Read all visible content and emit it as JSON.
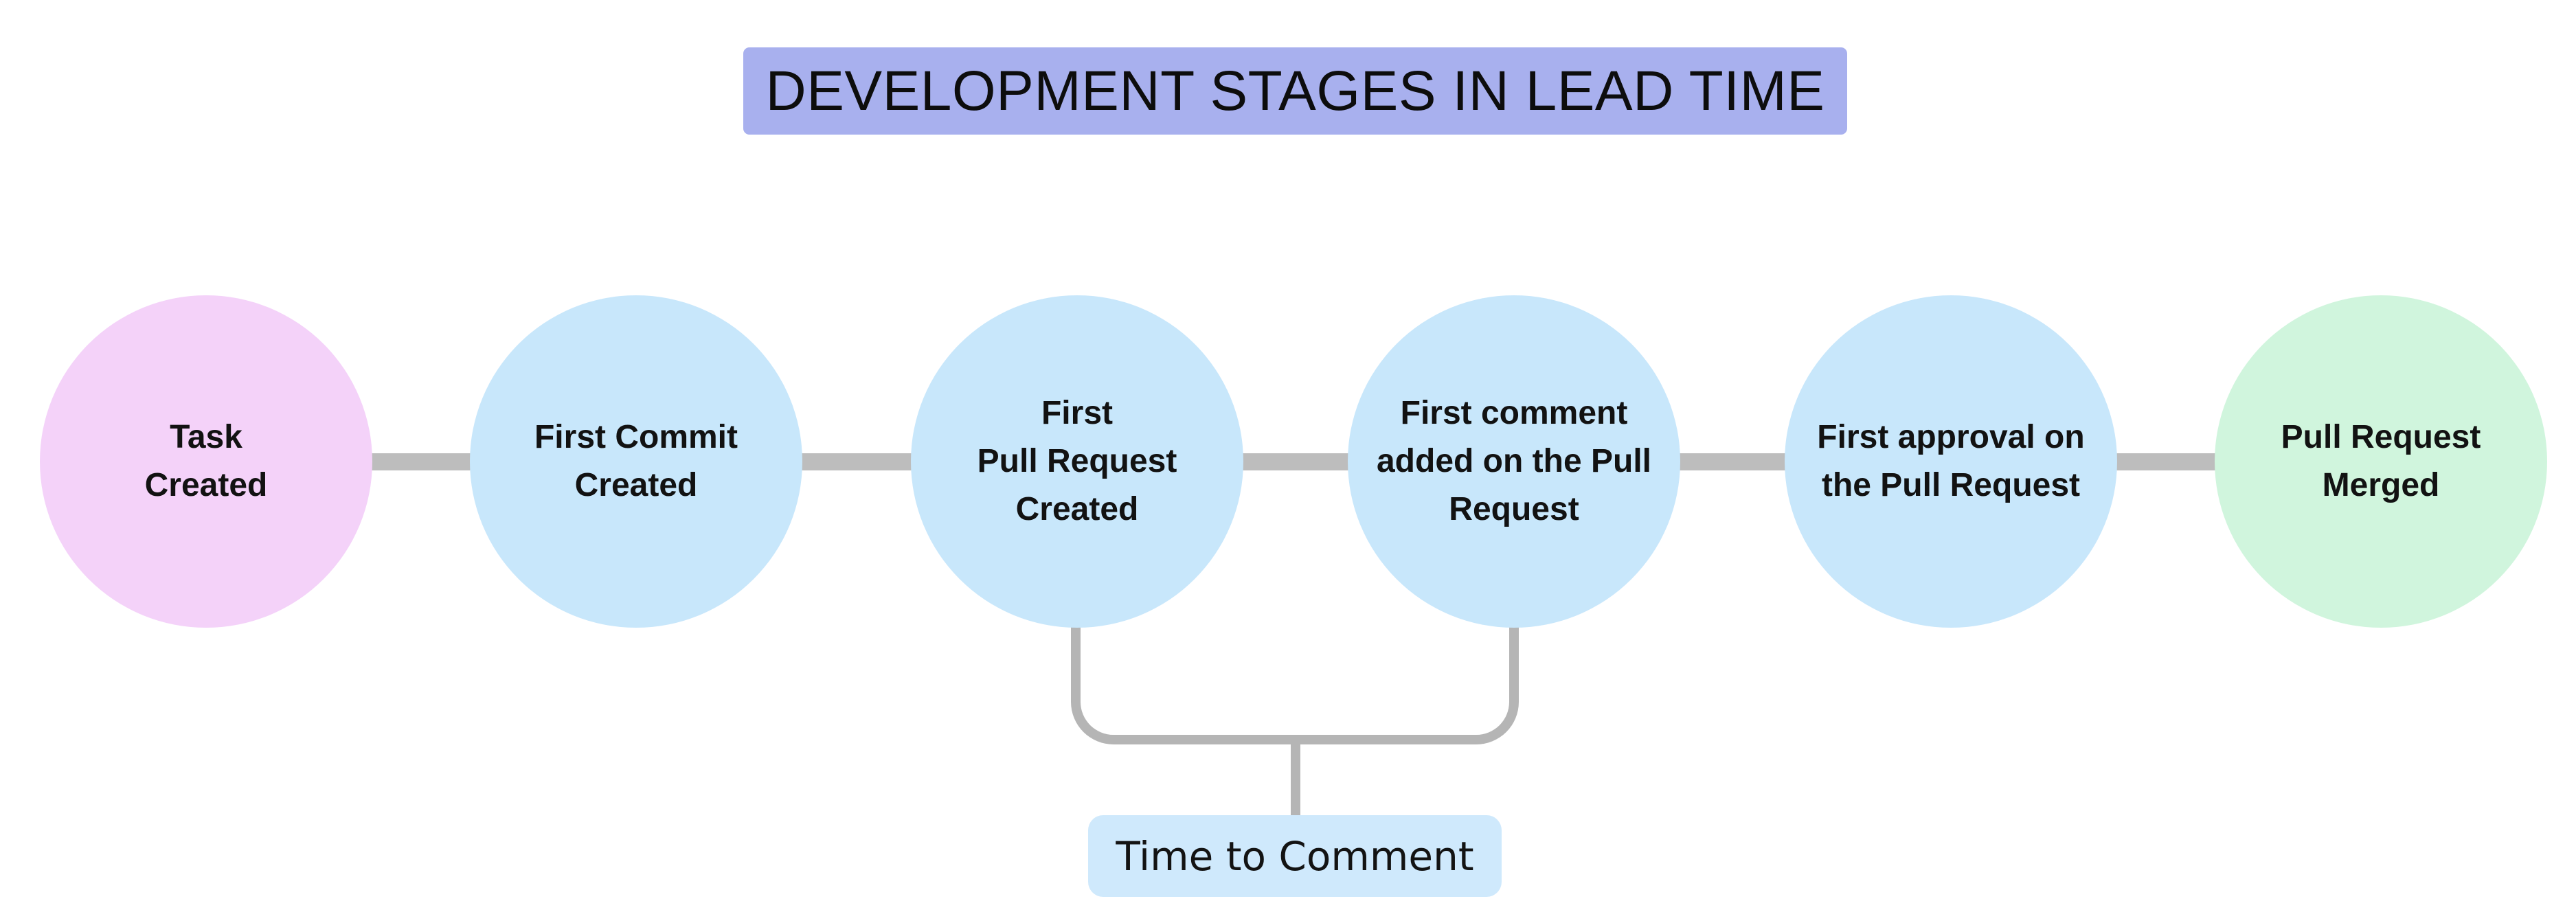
{
  "page": {
    "background": "#ffffff"
  },
  "title": {
    "text": "DEVELOPMENT STAGES IN LEAD TIME",
    "bg_color": "#a8b0ee",
    "text_color": "#0d0d0d"
  },
  "stages": [
    {
      "id": "task-created",
      "label": "Task\nCreated",
      "fill": "#f4d2f9"
    },
    {
      "id": "first-commit-created",
      "label": "First Commit\nCreated",
      "fill": "#c8e7fb"
    },
    {
      "id": "first-pull-request-created",
      "label": "First\nPull Request\nCreated",
      "fill": "#c8e7fb"
    },
    {
      "id": "first-comment-added",
      "label": "First comment\nadded on the Pull\nRequest",
      "fill": "#c8e7fb"
    },
    {
      "id": "first-approval",
      "label": "First approval on\nthe Pull Request",
      "fill": "#c8e7fb"
    },
    {
      "id": "pull-request-merged",
      "label": "Pull Request\nMerged",
      "fill": "#d0f5dd"
    }
  ],
  "connector": {
    "color": "#bdbdbd"
  },
  "bracket": {
    "color": "#b5b5b5",
    "spans_stages": [
      "first-pull-request-created",
      "first-comment-added"
    ]
  },
  "annotation": {
    "label": "Time to Comment",
    "bg_color": "#cfe9fc",
    "text_color": "#131313"
  }
}
